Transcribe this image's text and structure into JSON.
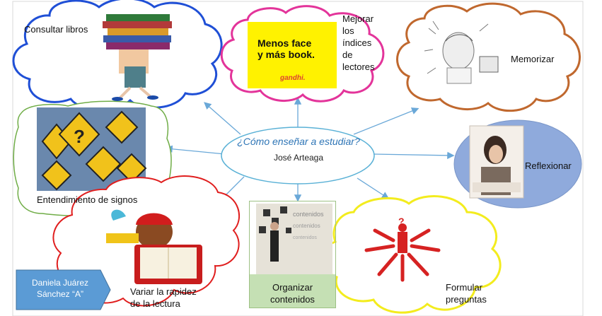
{
  "center": {
    "title": "¿Cómo enseñar a estudiar?",
    "author": "José Arteaga"
  },
  "nodes": {
    "consultar": "Consultar libros",
    "mejorar": "Mejorar\nlos\níndices\nde\nlectores",
    "memorizar": "Memorizar",
    "reflexionar": "Reflexionar",
    "signos": "Entendimiento de signos",
    "variar": "Variar la rapidez\nde la lectura",
    "organizar": "Organizar\ncontenidos",
    "formular": "Formular\npreguntas"
  },
  "ad": {
    "slogan": "Menos face\ny más book.",
    "brand": "gandhi."
  },
  "author_tag": "Daniela Juárez\nSánchez “A”",
  "colors": {
    "cloud_blue": "#1f4fd6",
    "cloud_pink": "#e3349a",
    "cloud_brown": "#c0682e",
    "cloud_red": "#e01e1e",
    "cloud_yellow": "#f3ec1e",
    "ellipse_border": "#5ab1d6",
    "arrow": "#6aa8d8",
    "tag_blue": "#5b9bd5",
    "organizar_green": "#c5e0b4",
    "reflexionar_ellipse": "#8faadc"
  }
}
